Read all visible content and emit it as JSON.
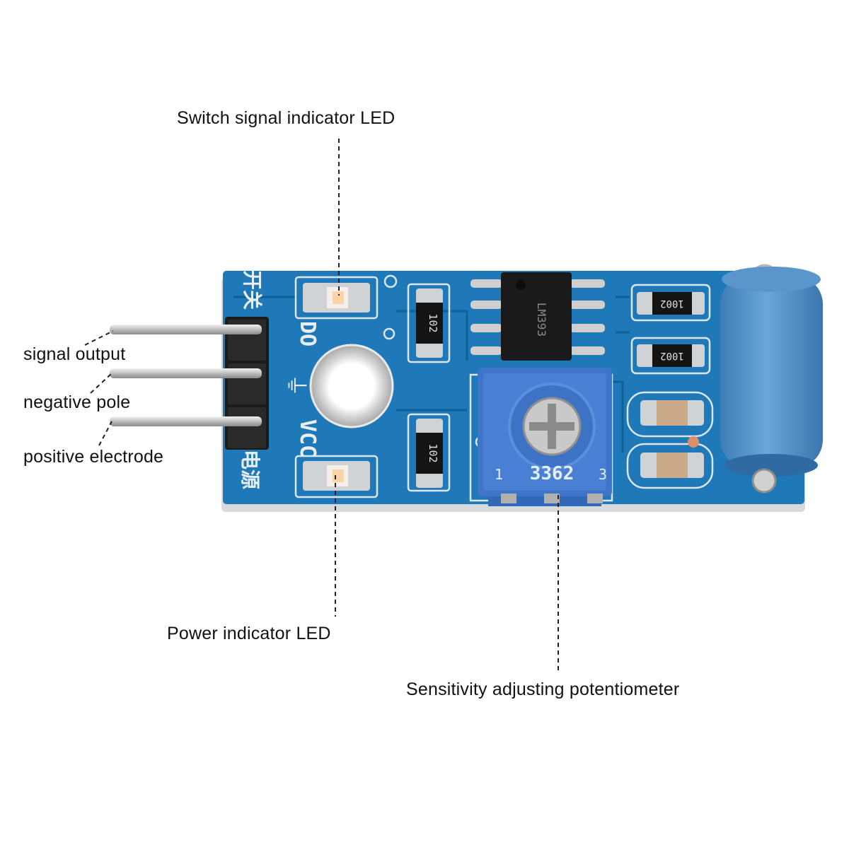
{
  "callouts": {
    "switch_led": "Switch signal indicator LED",
    "signal_output": "signal output",
    "negative_pole": "negative pole",
    "positive_electrode": "positive electrode",
    "power_led": "Power indicator LED",
    "potentiometer": "Sensitivity adjusting potentiometer"
  },
  "board": {
    "silk_do": "DO",
    "silk_gnd": "⏚",
    "silk_vcc": "VCC",
    "silk_switch": "开关",
    "silk_power": "电源",
    "resistor_a": "102",
    "resistor_b": "102",
    "resistor_c": "1002",
    "resistor_d": "1002",
    "chip_marking": "LM393",
    "pot_model": "3362",
    "pot_pin_1": "1",
    "pot_pin_3": "3"
  },
  "colors": {
    "pcb": "#1f79b8",
    "silk": "#e8eef2",
    "pot": "#3f74c9",
    "switch": "#4f90c8",
    "label_text": "#111111"
  }
}
